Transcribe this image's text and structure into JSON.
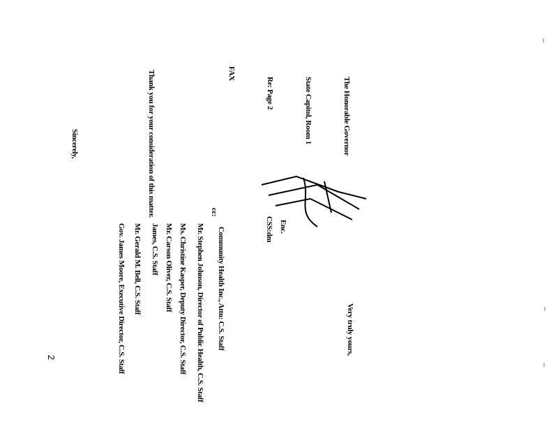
{
  "header_block": [
    "The Honorable Governor",
    "State Capitol, Room 1",
    "Re: Page 2",
    "FAX"
  ],
  "body_line": "Thank you for your consideration of this matter.",
  "short_line": "Sincerely,",
  "closing": "Very truly yours,",
  "enclosure": [
    "Enc.",
    "CSS:dm"
  ],
  "cc_label": "cc:",
  "cc_list": [
    "Community Health Inc., Attn: C.S. Staff",
    "Mr. Stephen Johnson, Director of Public Health, C.S. Staff",
    "Ms. Christine Kasper, Deputy Director, C.S. Staff",
    "Mr. Carson Oliver, C.S. Staff",
    "James, C.S. Staff",
    "Mr. Gerald M. Bell, C.S. Staff",
    "Gov. James Moore, Executive Director, C.S. Staff"
  ],
  "page_number": "2"
}
